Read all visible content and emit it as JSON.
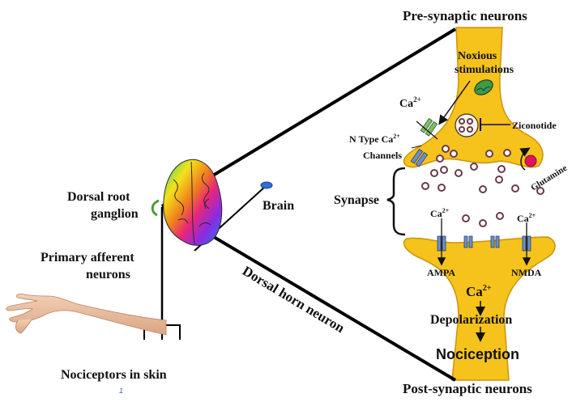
{
  "labels": {
    "pre_synaptic": "Pre-synaptic neurons",
    "post_synaptic": "Post-synaptic neurons",
    "noxious_line1": "Noxious",
    "noxious_line2": "stimulations",
    "ca_base": "Ca",
    "ca_sup": "2+",
    "ntype_line1_base": "N Type Ca",
    "ntype_line2": "Channels",
    "ziconotide": "Ziconotide",
    "glutamine": "Glutamine",
    "synapse": "Synapse",
    "ampa": "AMPA",
    "nmda": "NMDA",
    "depolarization": "Depolarization",
    "nociception": "Nociception",
    "dorsal_root_line1": "Dorsal root",
    "dorsal_root_line2": "ganglion",
    "brain": "Brain",
    "primary_line1": "Primary afferent",
    "primary_line2": "neurons",
    "dorsal_horn": "Dorsal horn neuron",
    "nociceptors": "Nociceptors in skin",
    "footnote": "1"
  },
  "colors": {
    "neuron_fill": "#f6c21c",
    "neuron_stroke": "#c9940a",
    "vesicle": "#6b3a4c",
    "glutamine_dot": "#e0145a",
    "channel": "#6f8fc4",
    "ca_channel_green": "#7fbf6a",
    "brain_node": "#2f6fd6",
    "footnote": "#3a5fcd"
  }
}
